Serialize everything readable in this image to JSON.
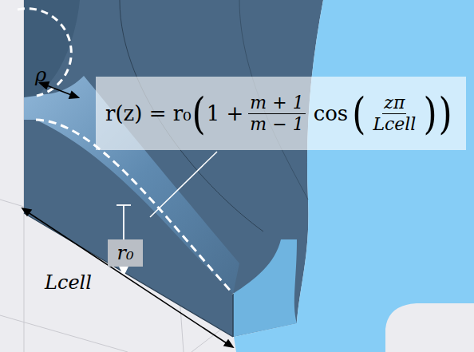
{
  "diagram": {
    "nodes": [
      {
        "text": [
          "r(z) = r₀",
          "(",
          "1 +",
          "m + 1",
          "m − 1",
          "cos",
          "(",
          "zπ",
          "Lcell",
          ")",
          ")"
        ]
      },
      {
        "text": [
          "r₀"
        ]
      }
    ],
    "labels": [
      "ρ",
      "Lcell"
    ]
  }
}
